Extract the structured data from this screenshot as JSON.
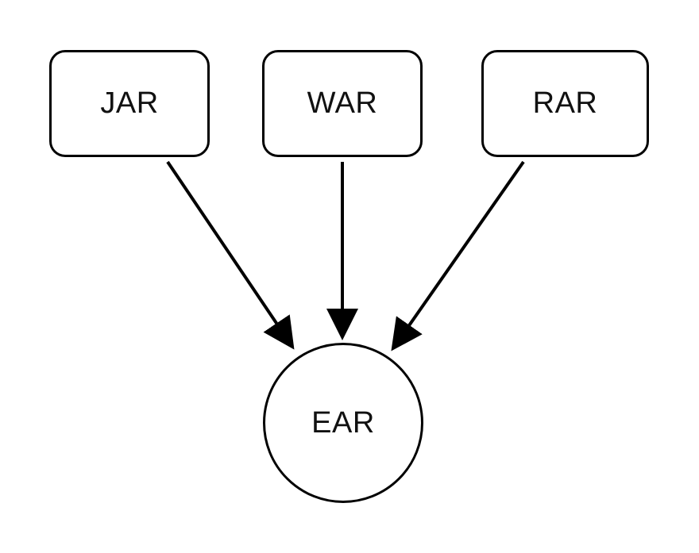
{
  "nodes": {
    "jar": {
      "label": "JAR"
    },
    "war": {
      "label": "WAR"
    },
    "rar": {
      "label": "RAR"
    },
    "ear": {
      "label": "EAR"
    }
  },
  "edges": [
    {
      "from": "jar",
      "to": "ear"
    },
    {
      "from": "war",
      "to": "ear"
    },
    {
      "from": "rar",
      "to": "ear"
    }
  ],
  "colors": {
    "stroke": "#000000",
    "background": "#ffffff",
    "text": "#111111"
  }
}
